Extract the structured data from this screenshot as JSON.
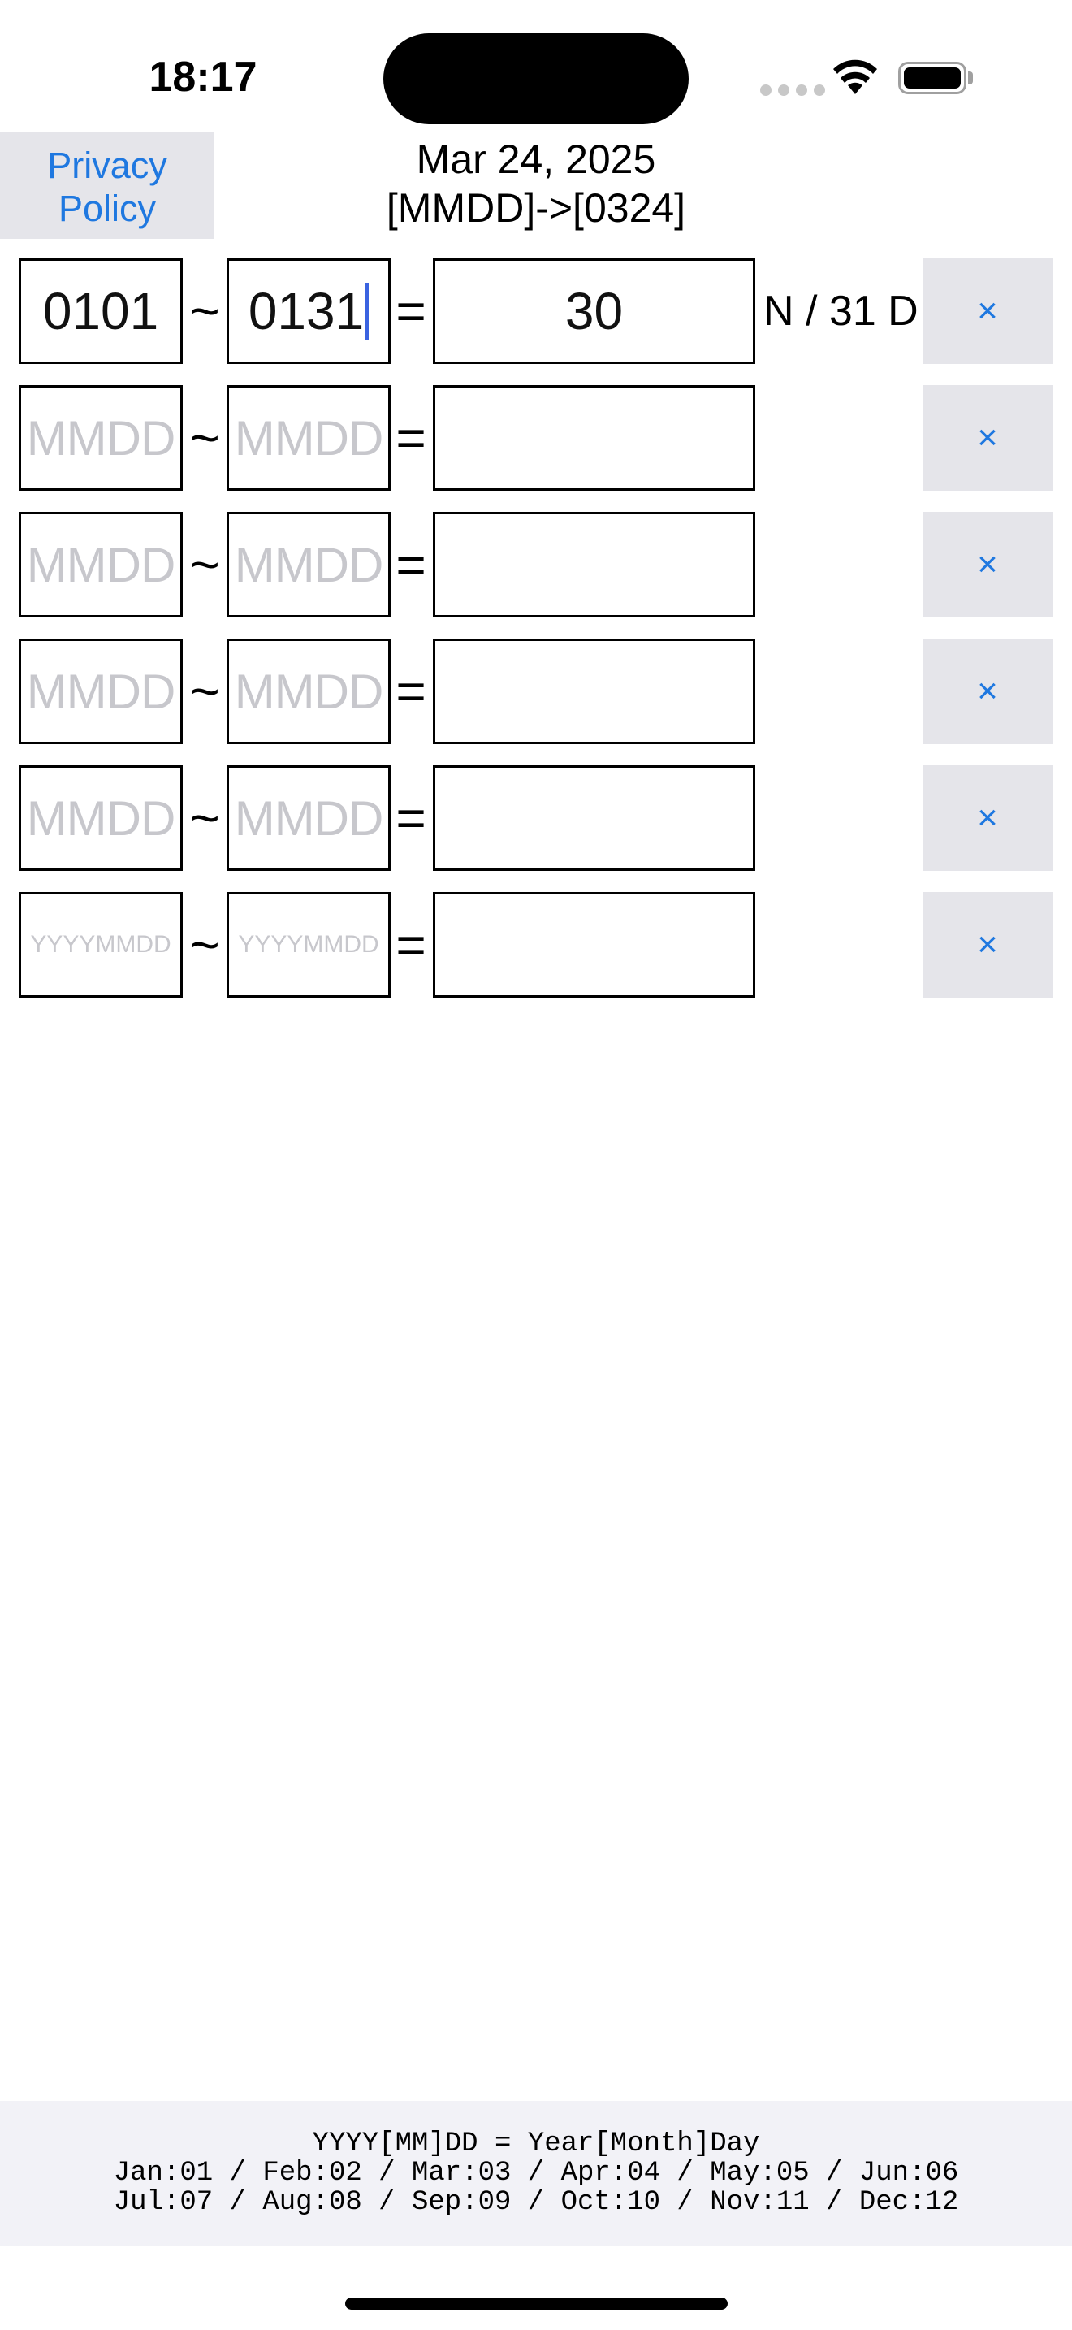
{
  "status_bar": {
    "time": "18:17"
  },
  "header": {
    "privacy_line1": "Privacy",
    "privacy_line2": "Policy",
    "date": "Mar 24, 2025",
    "format_hint": "[MMDD]->[0324]"
  },
  "rows": [
    {
      "from": "0101",
      "to": "0131",
      "result": "30",
      "suffix": "N / 31 D",
      "clear": "×"
    },
    {
      "from_placeholder": "MMDD",
      "to_placeholder": "MMDD",
      "clear": "×"
    },
    {
      "from_placeholder": "MMDD",
      "to_placeholder": "MMDD",
      "clear": "×"
    },
    {
      "from_placeholder": "MMDD",
      "to_placeholder": "MMDD",
      "clear": "×"
    },
    {
      "from_placeholder": "MMDD",
      "to_placeholder": "MMDD",
      "clear": "×"
    },
    {
      "from_placeholder": "YYYYMMDD",
      "to_placeholder": "YYYYMMDD",
      "clear": "×"
    }
  ],
  "operators": {
    "range": "~",
    "equals": "="
  },
  "footer": {
    "line1": "YYYY[MM]DD = Year[Month]Day",
    "line2": "Jan:01 / Feb:02 / Mar:03 / Apr:04 / May:05 / Jun:06",
    "line3": "Jul:07 / Aug:08 / Sep:09 / Oct:10 / Nov:11 / Dec:12"
  },
  "colors": {
    "accent": "#1f78e0",
    "button_bg": "#e5e5ea",
    "footer_bg": "#f2f2f7",
    "placeholder": "#c7c7cc"
  }
}
